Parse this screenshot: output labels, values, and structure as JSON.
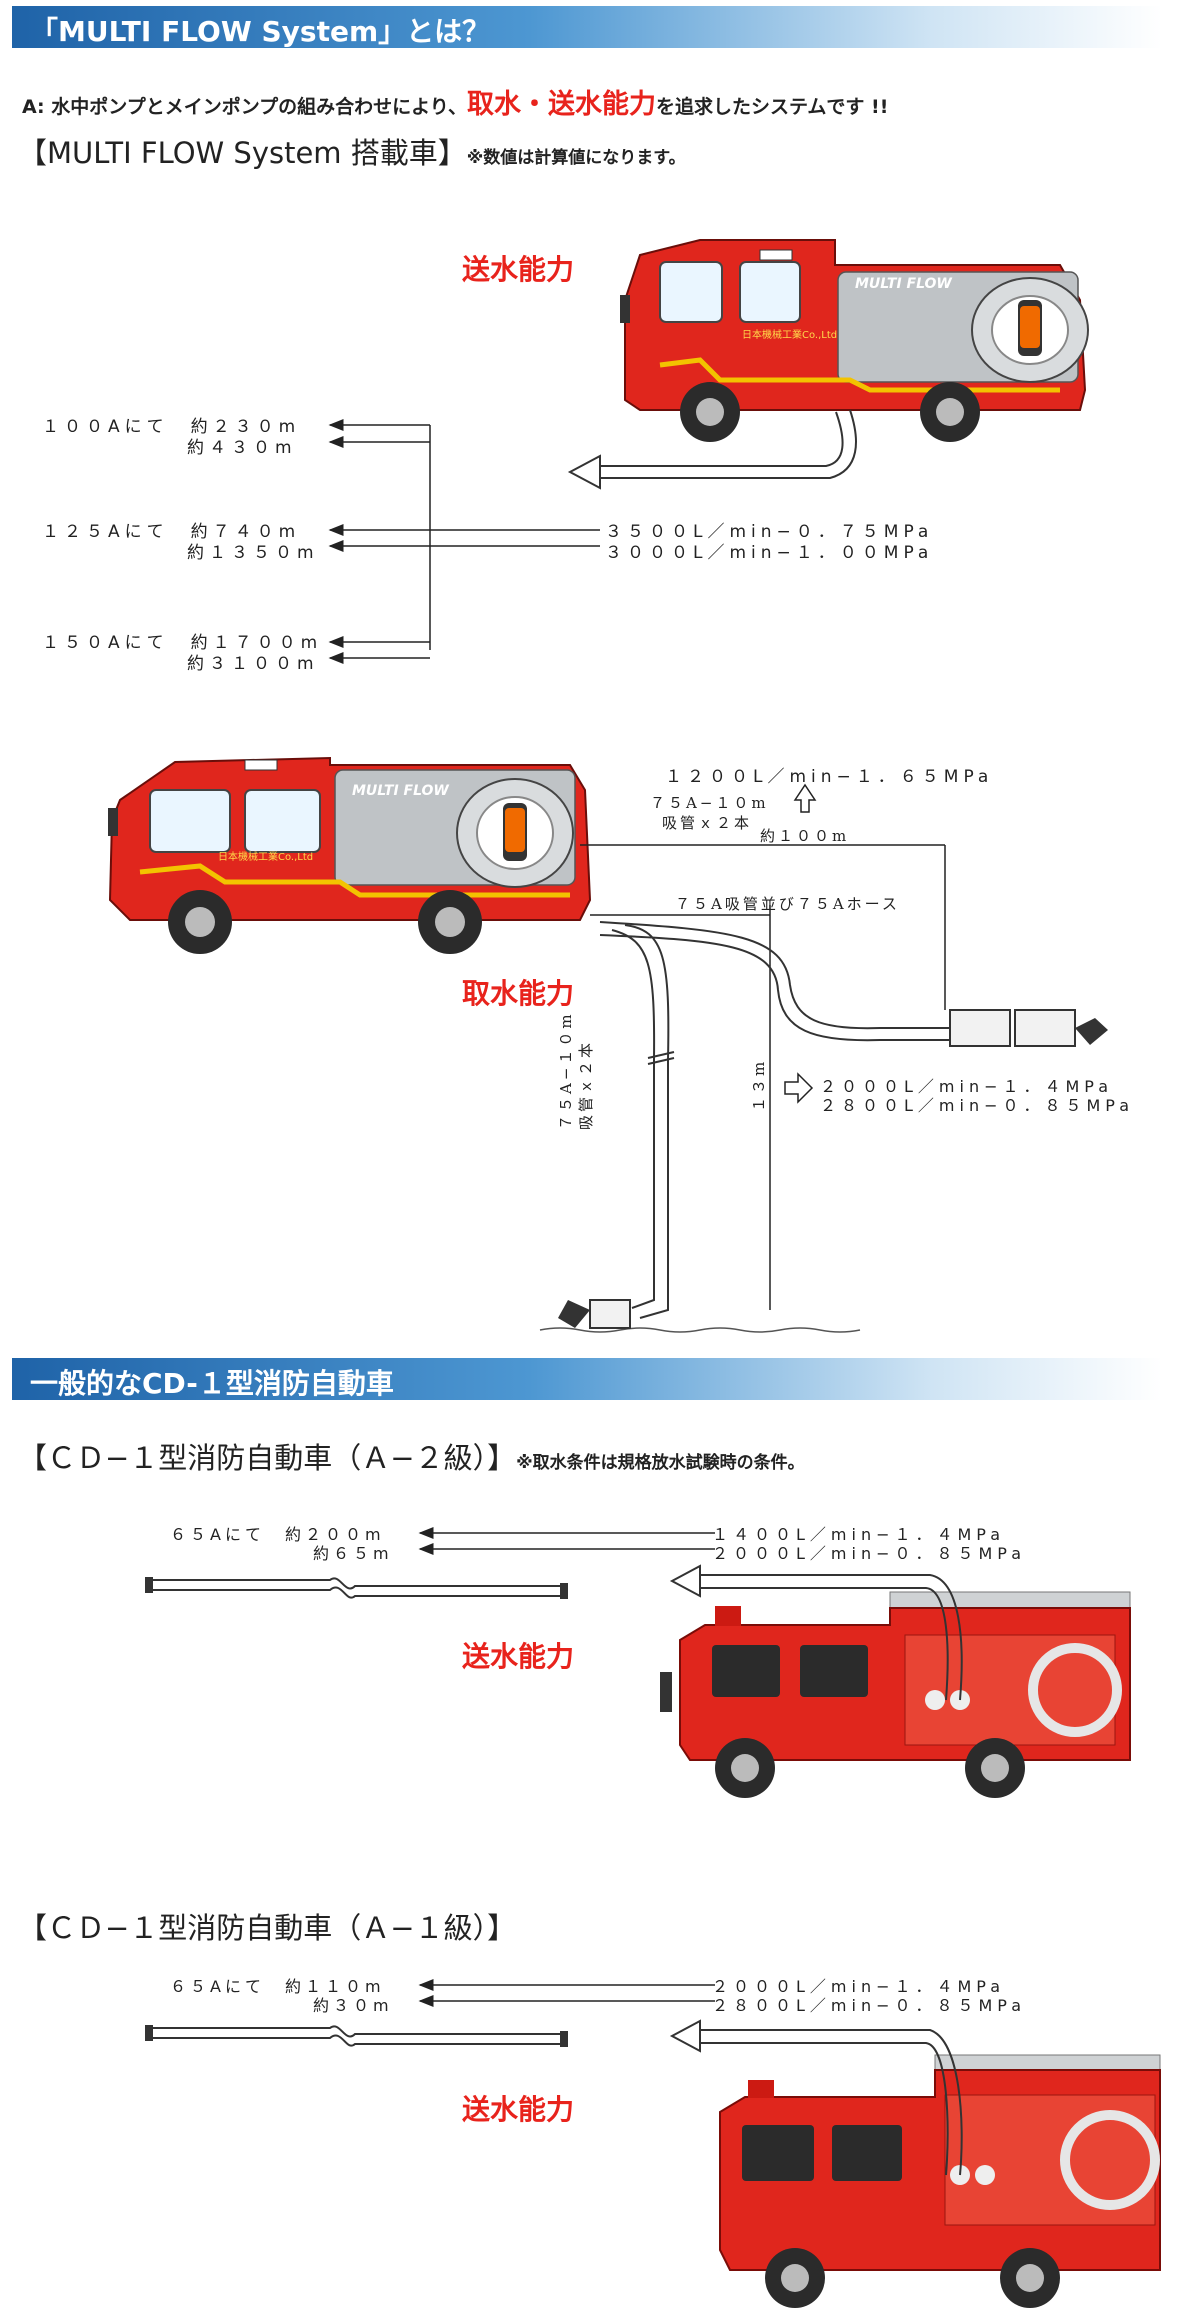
{
  "section1": {
    "header": "「MULTI FLOW System」とは？",
    "intro_a": "A: 水中ポンプとメインポンプの組み合わせにより、",
    "intro_em": "取水・送水能力",
    "intro_b": "を追求したシステムです !!",
    "subtitle": "【MULTI FLOW System 搭載車】",
    "note": "※数値は計算値になります。",
    "label_send": "送水能力",
    "label_intake": "取水能力",
    "truck_text_brand": "MULTI FLOW",
    "truck_text_company": "日本機械工業Co.,Ltd",
    "dist_100": "１００Aにて　約２３０m",
    "dist_100b": "約４３０m",
    "dist_125": "１２５Aにて　約７４０m",
    "dist_125b": "約１３５０m",
    "dist_150": "１５０Aにて　約１７００m",
    "dist_150b": "約３１００m",
    "flow_a": "３５００L／min−０．７５MPa",
    "flow_b": "３０００L／min−１．００MPa",
    "intake_top": "１２００L／min−１．６５MPa",
    "intake_hose1": "７５A−１０m",
    "intake_hose2": "吸管ｘ２本",
    "intake_dist": "約１００m",
    "intake_pipe": "７５A吸管並び７５Aホース",
    "intake_out1": "２０００L／min−１．４MPa",
    "intake_out2": "２８００L／min−０．８５MPa",
    "vert_hose": "７５A−１０m",
    "vert_hose2": "吸管ｘ２本",
    "vert_height": "１３m"
  },
  "section2": {
    "header": "一般的なCD-１型消防自動車",
    "sub1": "【ＣＤ−１型消防自動車（Ａ−２級）】",
    "note1": "※取水条件は規格放水試験時の条件。",
    "s1_dist1": "６５Aにて　約２００m",
    "s1_dist2": "約６５m",
    "s1_flow1": "１４００L／min−１．４MPa",
    "s1_flow2": "２０００L／min−０．８５MPa",
    "label_send": "送水能力",
    "sub2": "【ＣＤ−１型消防自動車（Ａ−１級）】",
    "s2_dist1": "６５Aにて　約１１０m",
    "s2_dist2": "約３０m",
    "s2_flow1": "２０００L／min−１．４MPa",
    "s2_flow2": "２８００L／min−０．８５MPa"
  },
  "colors": {
    "band": "#1f63a8",
    "accent_red": "#e8231c",
    "truck_red": "#e0261d",
    "hose_yellow": "#f3c300"
  }
}
